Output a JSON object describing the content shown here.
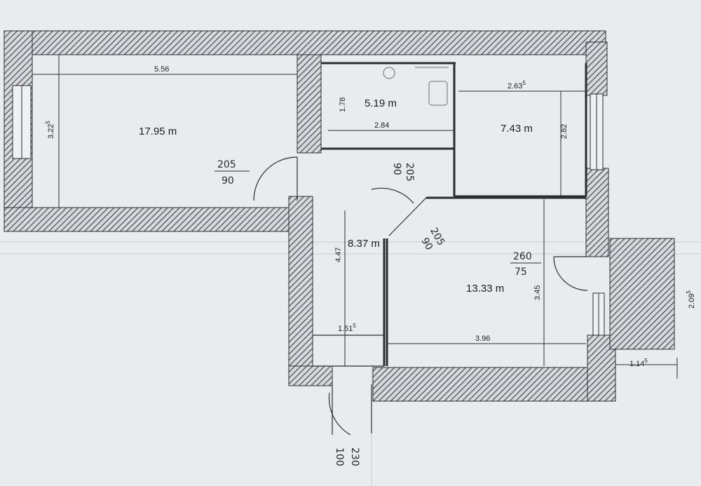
{
  "plan": {
    "rooms": [
      {
        "area": "17.95 m",
        "width": "5.56",
        "height_main": "3.22",
        "height_sup": "5"
      },
      {
        "area": "5.19 m",
        "width": "2.84",
        "height": "1.78"
      },
      {
        "area": "7.43 m",
        "width_main": "2.63",
        "width_sup": "5",
        "height": "2.82"
      },
      {
        "area": "8.37 m",
        "height": "4.47",
        "width_main": "1.51",
        "width_sup": "5"
      },
      {
        "area": "13.33 m",
        "width": "3.96",
        "height": "3.45"
      }
    ],
    "balcony": {
      "height_main": "2.09",
      "height_sup": "5",
      "width_main": "1.14",
      "width_sup": "5"
    },
    "doors": [
      {
        "top": "205",
        "bottom": "90"
      },
      {
        "top": "205",
        "bottom": "90"
      },
      {
        "top": "205",
        "bottom": "90"
      },
      {
        "top": "260",
        "bottom": "75"
      },
      {
        "top": "230",
        "bottom": "100"
      }
    ]
  }
}
